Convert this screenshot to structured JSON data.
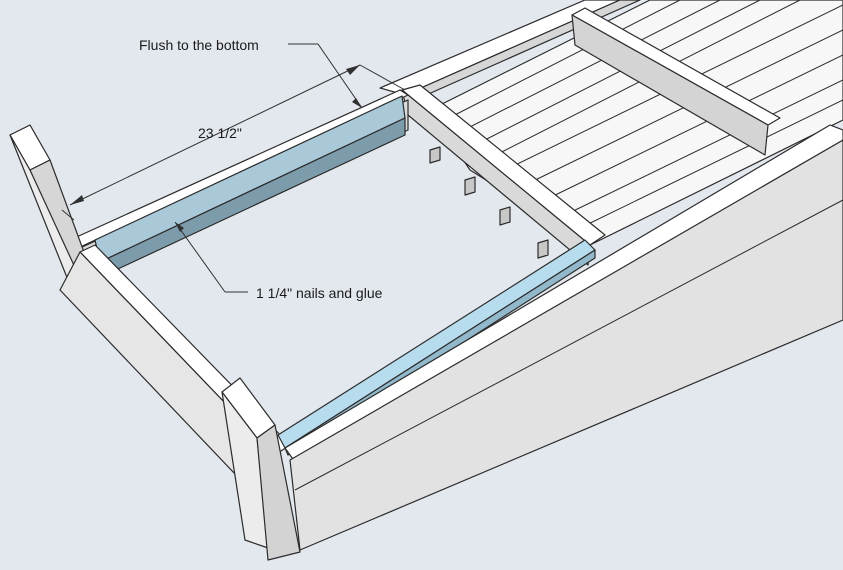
{
  "annotations": {
    "flush_note": "Flush to the bottom",
    "dimension": "23 1/2\"",
    "fastener_note": "1 1/4\" nails and glue"
  },
  "colors": {
    "background": "#e3e8ee",
    "wood_light": "#ffffff",
    "wood_shade": "#d9d9d9",
    "wood_dark": "#b5b5b5",
    "highlight_cleat": "#a9c9d9",
    "highlight_cleat_side": "#7d9cab",
    "highlight_cleat_alt": "#b7dcee"
  }
}
